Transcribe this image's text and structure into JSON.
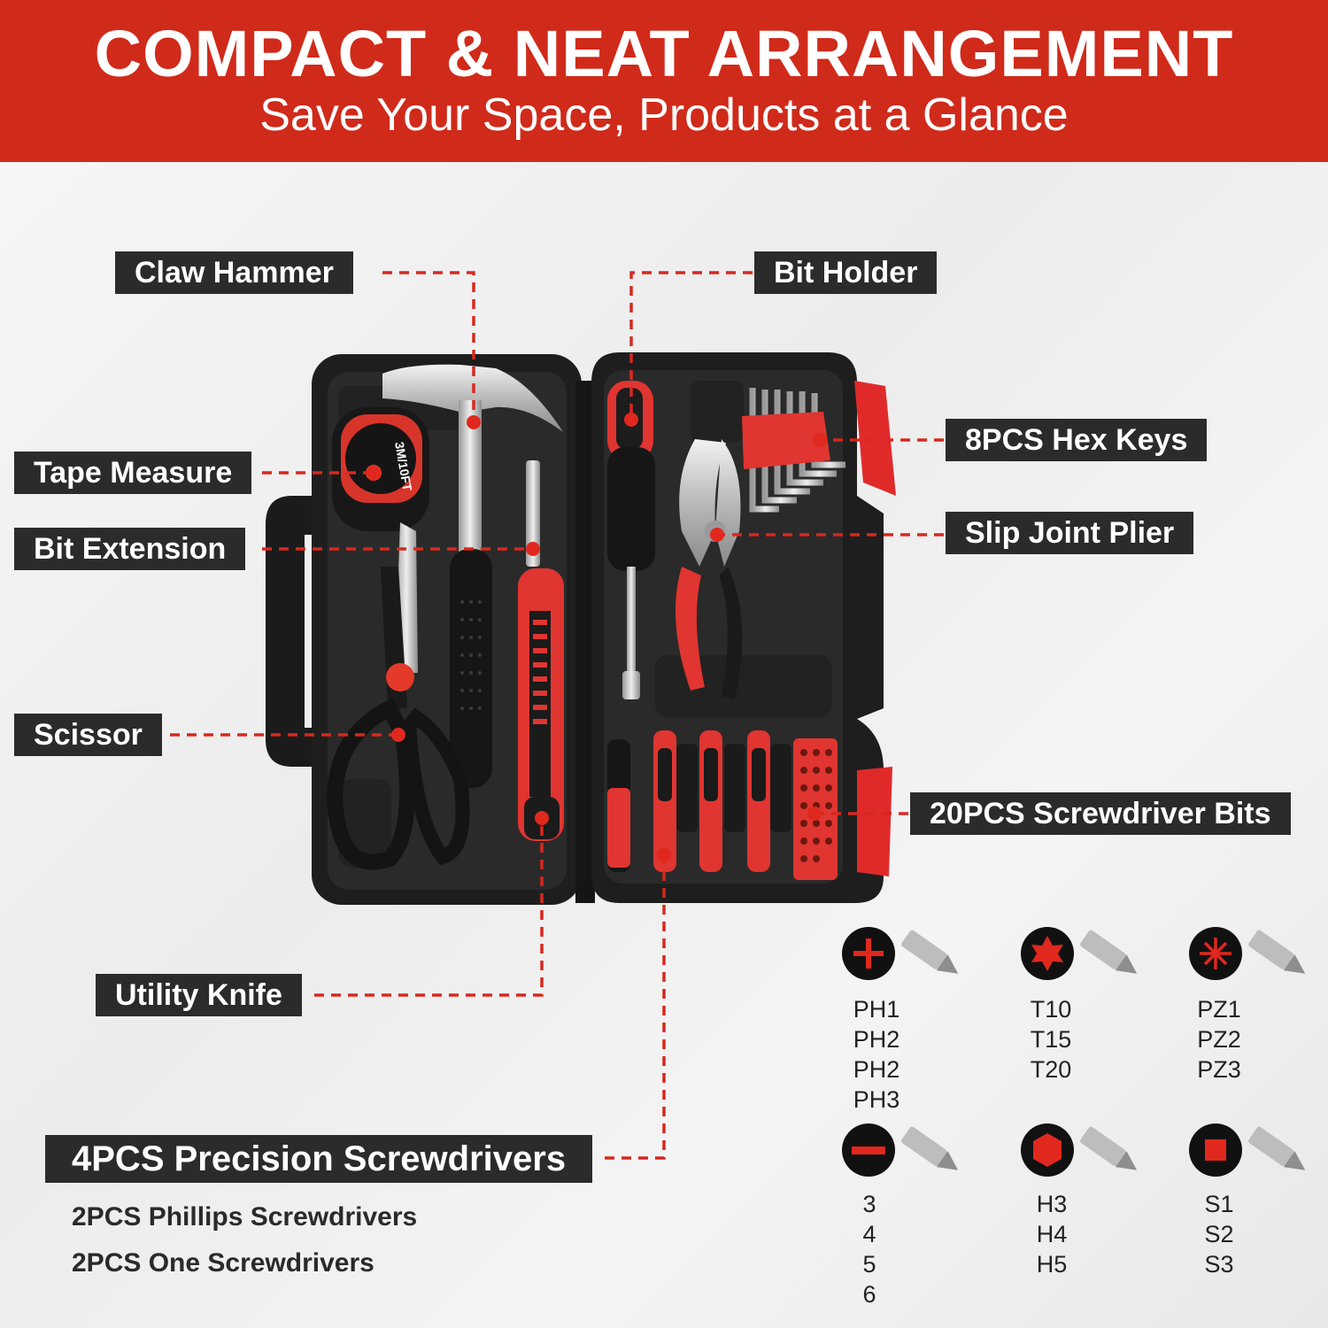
{
  "header": {
    "title": "COMPACT & NEAT ARRANGEMENT",
    "subtitle": "Save Your Space, Products at a Glance"
  },
  "labels": {
    "claw_hammer": "Claw Hammer",
    "bit_holder": "Bit Holder",
    "tape_measure": "Tape Measure",
    "hex_keys": "8PCS Hex Keys",
    "bit_extension": "Bit Extension",
    "slip_joint_plier": "Slip Joint Plier",
    "scissor": "Scissor",
    "screwdriver_bits": "20PCS Screwdriver Bits",
    "utility_knife": "Utility Knife",
    "precision_screwdrivers": "4PCS Precision Screwdrivers"
  },
  "notes": {
    "phillips": "2PCS Phillips Screwdrivers",
    "one": "2PCS One Screwdrivers"
  },
  "tape_text": "3M/10FT",
  "bit_types": {
    "phillips": {
      "icon": "phillips-bit-icon",
      "sizes": [
        "PH1",
        "PH2",
        "PH2",
        "PH3"
      ]
    },
    "torx": {
      "icon": "torx-bit-icon",
      "sizes": [
        "T10",
        "T15",
        "T20"
      ]
    },
    "pozidriv": {
      "icon": "pozidriv-bit-icon",
      "sizes": [
        "PZ1",
        "PZ2",
        "PZ3"
      ]
    },
    "slotted": {
      "icon": "slotted-bit-icon",
      "sizes": [
        "3",
        "4",
        "5",
        "6"
      ]
    },
    "hex": {
      "icon": "hex-bit-icon",
      "sizes": [
        "H3",
        "H4",
        "H5"
      ]
    },
    "square": {
      "icon": "square-bit-icon",
      "sizes": [
        "S1",
        "S2",
        "S3"
      ]
    }
  },
  "colors": {
    "accent": "#d02a1a",
    "label_bg": "#2b2b2b",
    "case": "#1e1e1e"
  }
}
